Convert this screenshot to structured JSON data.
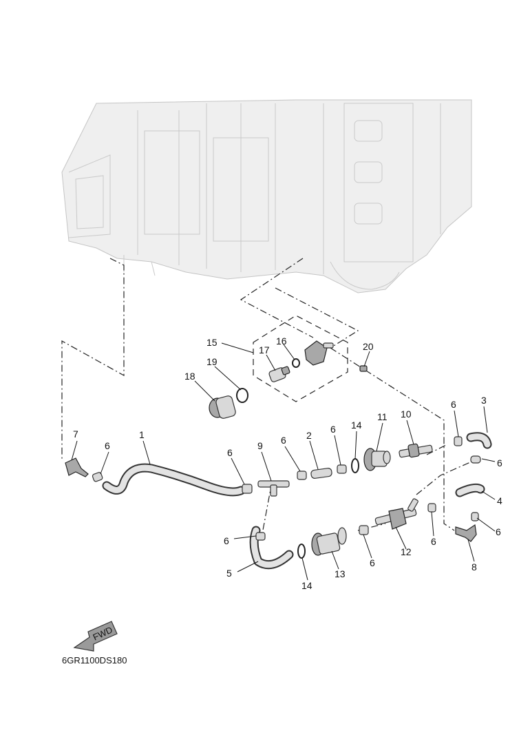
{
  "diagram_code": "6GR1100DS180",
  "fwd_label": "FWD",
  "callouts": [
    "1",
    "2",
    "3",
    "4",
    "5",
    "6",
    "7",
    "8",
    "9",
    "10",
    "11",
    "12",
    "13",
    "14",
    "15",
    "16",
    "17",
    "18",
    "19",
    "20"
  ]
}
